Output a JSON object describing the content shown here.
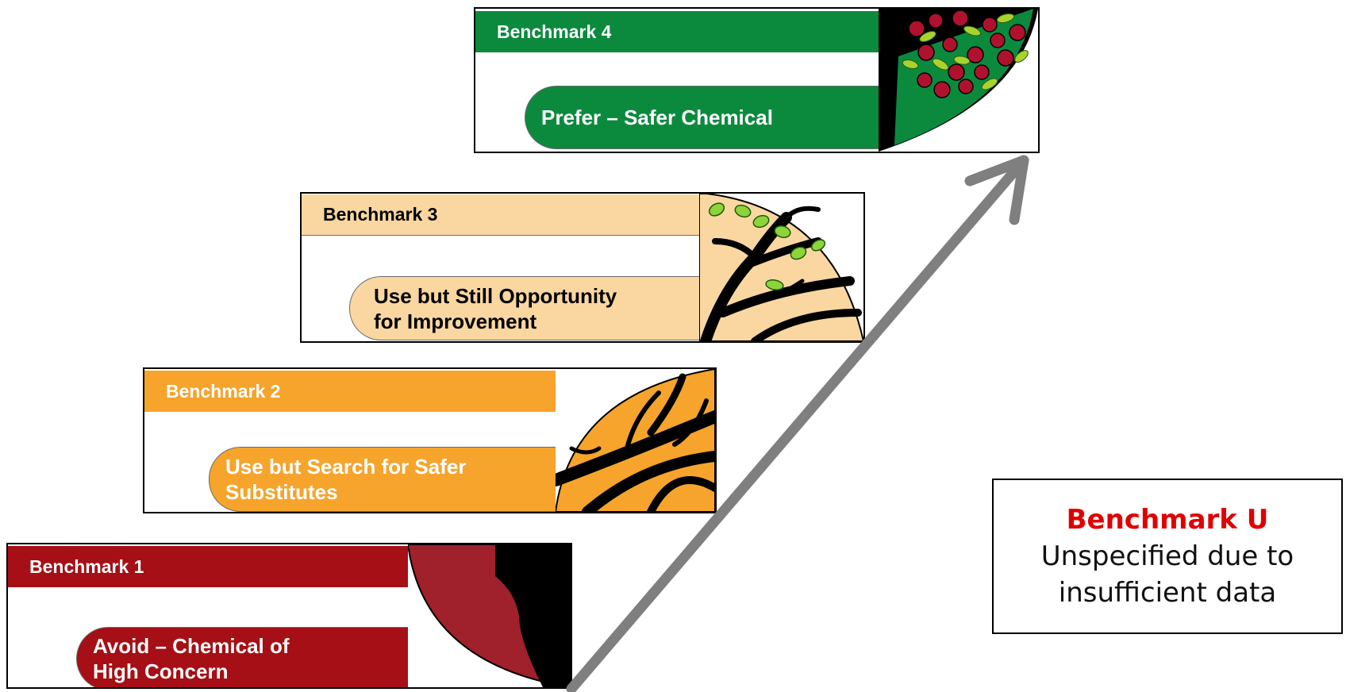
{
  "colors": {
    "benchmark_1": "#a50f15",
    "benchmark_2": "#f6a42c",
    "benchmark_3": "#fad7a0",
    "benchmark_4": "#0b8a3e",
    "arrow": "#7f7f7f",
    "benchmark_u_title": "#e00000"
  },
  "benchmarks": [
    {
      "title": "Benchmark 4",
      "label": "Prefer – Safer Chemical",
      "icon": "apple-tree-fruit-icon"
    },
    {
      "title": "Benchmark 3",
      "label": "Use but Still Opportunity\n  for Improvement",
      "icon": "tree-budding-leaves-icon"
    },
    {
      "title": "Benchmark 2",
      "label": "Use but Search for Safer\n  Substitutes",
      "icon": "tree-bare-branches-icon"
    },
    {
      "title": "Benchmark 1",
      "label": "Avoid – Chemical of\n   High Concern",
      "icon": "tree-trunk-icon"
    }
  ],
  "benchmark_u": {
    "title": "Benchmark U",
    "description": "Unspecified due to\ninsufficient data"
  }
}
